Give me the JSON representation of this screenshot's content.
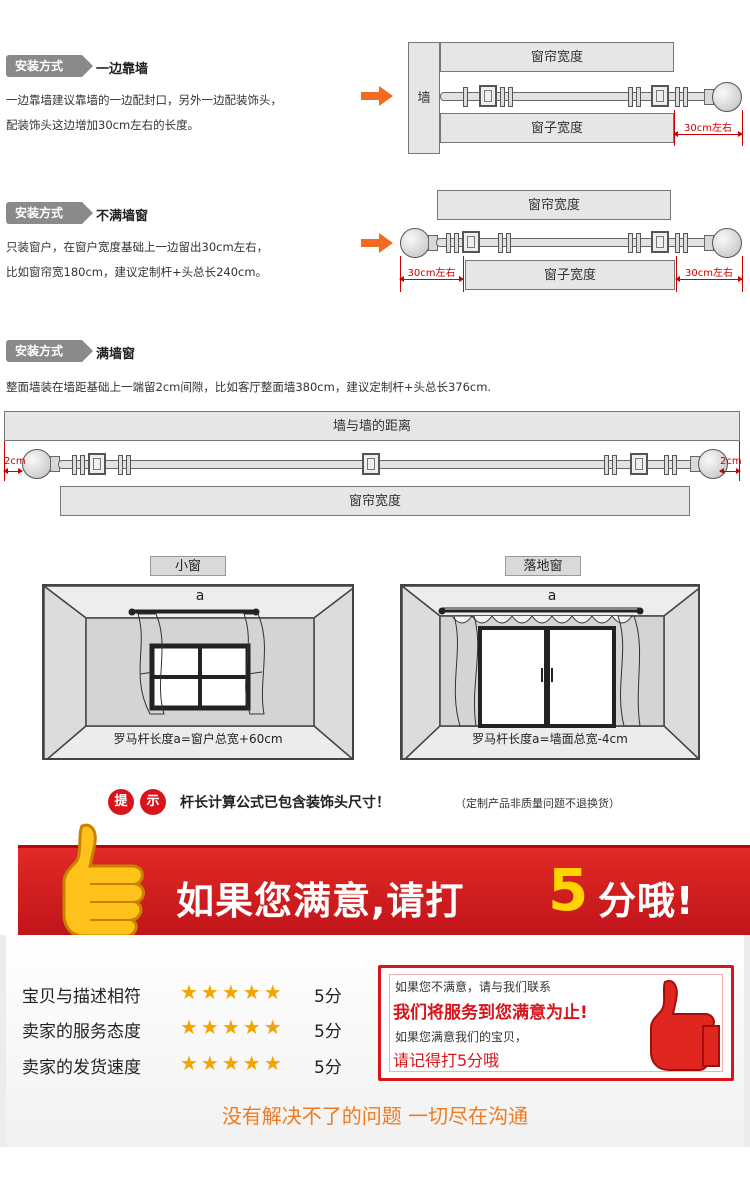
{
  "tag_label": "安装方式",
  "section1": {
    "mode": "一边靠墙",
    "desc_line1": "一边靠墙建议靠墙的一边配封口，另外一边配装饰头，",
    "desc_line2": "配装饰头这边增加30cm左右的长度。",
    "wall_label": "墙",
    "curtain_width": "窗帘宽度",
    "window_width": "窗子宽度",
    "extra": "30cm左右"
  },
  "section2": {
    "mode": "不满墙窗",
    "desc_line1": "只装窗户，在窗户宽度基础上一边留出30cm左右，",
    "desc_line2": "比如窗帘宽180cm，建议定制杆+头总长240cm。",
    "curtain_width": "窗帘宽度",
    "window_width": "窗子宽度",
    "extra_left": "30cm左右",
    "extra_right": "30cm左右"
  },
  "section3": {
    "mode": "满墙窗",
    "desc": "整面墙装在墙距基础上一端留2cm间隙，比如客厅整面墙380cm，建议定制杆+头总长376cm.",
    "wall_distance": "墙与墙的距离",
    "curtain_width": "窗帘宽度",
    "gap_left": "2cm",
    "gap_right": "2cm"
  },
  "windows": {
    "small": {
      "label": "小窗",
      "a": "a",
      "caption": "罗马杆长度a=窗户总宽+60cm"
    },
    "floor": {
      "label": "落地窗",
      "a": "a",
      "caption": "罗马杆长度a=墙面总宽-4cm"
    }
  },
  "tip": {
    "char1": "提",
    "char2": "示",
    "main": "杆长计算公式已包含装饰头尺寸！",
    "sub": "（定制产品非质量问题不退换货）"
  },
  "banner": {
    "text_before": "如果您满意,请打",
    "five": "5",
    "text_after": "分哦!"
  },
  "ratings": [
    {
      "label": "宝贝与描述相符",
      "stars": "★★★★★",
      "score": "5分"
    },
    {
      "label": "卖家的服务态度",
      "stars": "★★★★★",
      "score": "5分"
    },
    {
      "label": "卖家的发货速度",
      "stars": "★★★★★",
      "score": "5分"
    }
  ],
  "note": {
    "line1": "如果您不满意，请与我们联系",
    "line2": "我们将服务到您满意为止!",
    "line3": "如果您满意我们的宝贝，",
    "line4": "请记得打5分哦"
  },
  "slogan": "没有解决不了的问题 一切尽在沟通",
  "colors": {
    "accent": "#d8151b",
    "arrow": "#f26b21",
    "star": "#f5a300",
    "banner_five": "#ffd400"
  }
}
